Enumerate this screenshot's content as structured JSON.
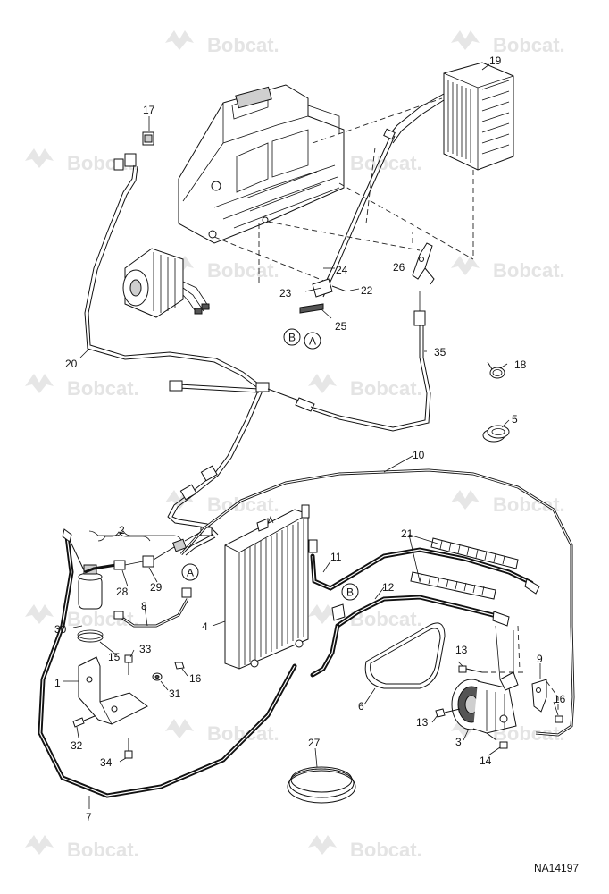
{
  "watermark_text": "Bobcat.",
  "figure_number": "NA14197",
  "callouts": [
    {
      "id": "c1",
      "label": "1"
    },
    {
      "id": "c2",
      "label": "2"
    },
    {
      "id": "c3",
      "label": "3"
    },
    {
      "id": "c4",
      "label": "4"
    },
    {
      "id": "c5",
      "label": "5"
    },
    {
      "id": "c6",
      "label": "6"
    },
    {
      "id": "c7",
      "label": "7"
    },
    {
      "id": "c8",
      "label": "8"
    },
    {
      "id": "c9",
      "label": "9"
    },
    {
      "id": "c10",
      "label": "10"
    },
    {
      "id": "c11",
      "label": "11"
    },
    {
      "id": "c12",
      "label": "12"
    },
    {
      "id": "c13a",
      "label": "13"
    },
    {
      "id": "c13b",
      "label": "13"
    },
    {
      "id": "c14",
      "label": "14"
    },
    {
      "id": "c15",
      "label": "15"
    },
    {
      "id": "c16a",
      "label": "16"
    },
    {
      "id": "c16b",
      "label": "16"
    },
    {
      "id": "c17",
      "label": "17"
    },
    {
      "id": "c18",
      "label": "18"
    },
    {
      "id": "c19",
      "label": "19"
    },
    {
      "id": "c20",
      "label": "20"
    },
    {
      "id": "c21",
      "label": "21"
    },
    {
      "id": "c22",
      "label": "22"
    },
    {
      "id": "c23",
      "label": "23"
    },
    {
      "id": "c24",
      "label": "24"
    },
    {
      "id": "c25",
      "label": "25"
    },
    {
      "id": "c26",
      "label": "26"
    },
    {
      "id": "c27",
      "label": "27"
    },
    {
      "id": "c28",
      "label": "28"
    },
    {
      "id": "c29",
      "label": "29"
    },
    {
      "id": "c30",
      "label": "30"
    },
    {
      "id": "c31",
      "label": "31"
    },
    {
      "id": "c32",
      "label": "32"
    },
    {
      "id": "c33",
      "label": "33"
    },
    {
      "id": "c34",
      "label": "34"
    },
    {
      "id": "c35",
      "label": "35"
    }
  ],
  "connectors": [
    {
      "id": "A1",
      "label": "A"
    },
    {
      "id": "A2",
      "label": "A"
    },
    {
      "id": "B1",
      "label": "B"
    },
    {
      "id": "B2",
      "label": "B"
    }
  ]
}
